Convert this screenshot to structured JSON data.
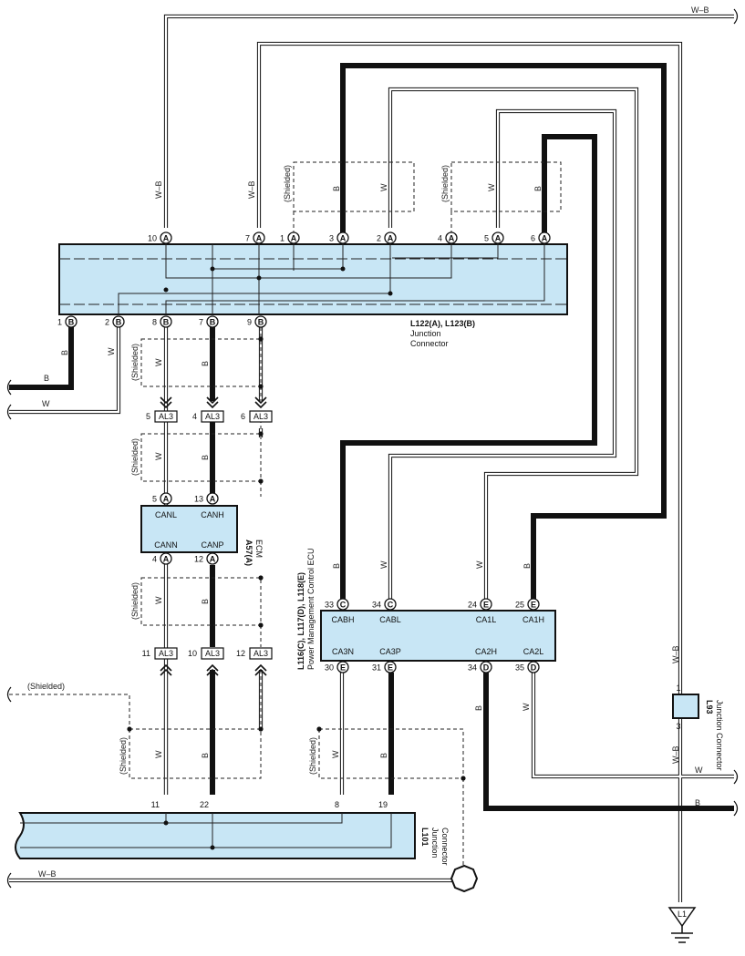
{
  "wire_labels": {
    "wb": "W–B",
    "b": "B",
    "w": "W",
    "shielded": "(Shielded)"
  },
  "colors": {
    "connector_fill": "#c8e6f5",
    "wire": "#111111"
  },
  "junction_top": {
    "pins": [
      {
        "num": "10",
        "letter": "A"
      },
      {
        "num": "7",
        "letter": "A"
      },
      {
        "num": "1",
        "letter": "A"
      },
      {
        "num": "3",
        "letter": "A"
      },
      {
        "num": "2",
        "letter": "A"
      },
      {
        "num": "4",
        "letter": "A"
      },
      {
        "num": "5",
        "letter": "A"
      },
      {
        "num": "6",
        "letter": "A"
      }
    ],
    "bottom_pins": [
      {
        "num": "1",
        "letter": "B"
      },
      {
        "num": "2",
        "letter": "B"
      },
      {
        "num": "8",
        "letter": "B"
      },
      {
        "num": "7",
        "letter": "B"
      },
      {
        "num": "9",
        "letter": "B"
      }
    ],
    "name": "L122(A), L123(B)",
    "desc1": "Junction",
    "desc2": "Connector"
  },
  "al3_top": [
    {
      "num": "5",
      "label": "AL3"
    },
    {
      "num": "4",
      "label": "AL3"
    },
    {
      "num": "6",
      "label": "AL3"
    }
  ],
  "al3_bottom": [
    {
      "num": "11",
      "label": "AL3"
    },
    {
      "num": "10",
      "label": "AL3"
    },
    {
      "num": "12",
      "label": "AL3"
    }
  ],
  "ecm": {
    "top_pins": [
      {
        "num": "5",
        "letter": "A",
        "label": "CANL"
      },
      {
        "num": "13",
        "letter": "A",
        "label": "CANH"
      }
    ],
    "bottom_pins": [
      {
        "num": "4",
        "letter": "A",
        "label": "CANN"
      },
      {
        "num": "12",
        "letter": "A",
        "label": "CANP"
      }
    ],
    "name": "A57(A)",
    "desc": "ECM"
  },
  "pm_ecu": {
    "top_pins": [
      {
        "num": "33",
        "letter": "C",
        "label": "CABH"
      },
      {
        "num": "34",
        "letter": "C",
        "label": "CABL"
      },
      {
        "num": "24",
        "letter": "E",
        "label": "CA1L"
      },
      {
        "num": "25",
        "letter": "E",
        "label": "CA1H"
      }
    ],
    "bottom_pins": [
      {
        "num": "30",
        "letter": "E",
        "label": "CA3N"
      },
      {
        "num": "31",
        "letter": "E",
        "label": "CA3P"
      },
      {
        "num": "34",
        "letter": "D",
        "label": "CA2H"
      },
      {
        "num": "35",
        "letter": "D",
        "label": "CA2L"
      }
    ],
    "name": "L116(C), L117(D), L118(E)",
    "desc": "Power Management Control ECU"
  },
  "l101": {
    "pins": [
      "11",
      "22",
      "8",
      "19"
    ],
    "name": "L101",
    "desc1": "Junction",
    "desc2": "Connector"
  },
  "l93": {
    "pin_top": "1",
    "pin_bottom": "3",
    "name": "L93",
    "desc": "Junction Connector"
  },
  "ground": {
    "label": "L1"
  }
}
